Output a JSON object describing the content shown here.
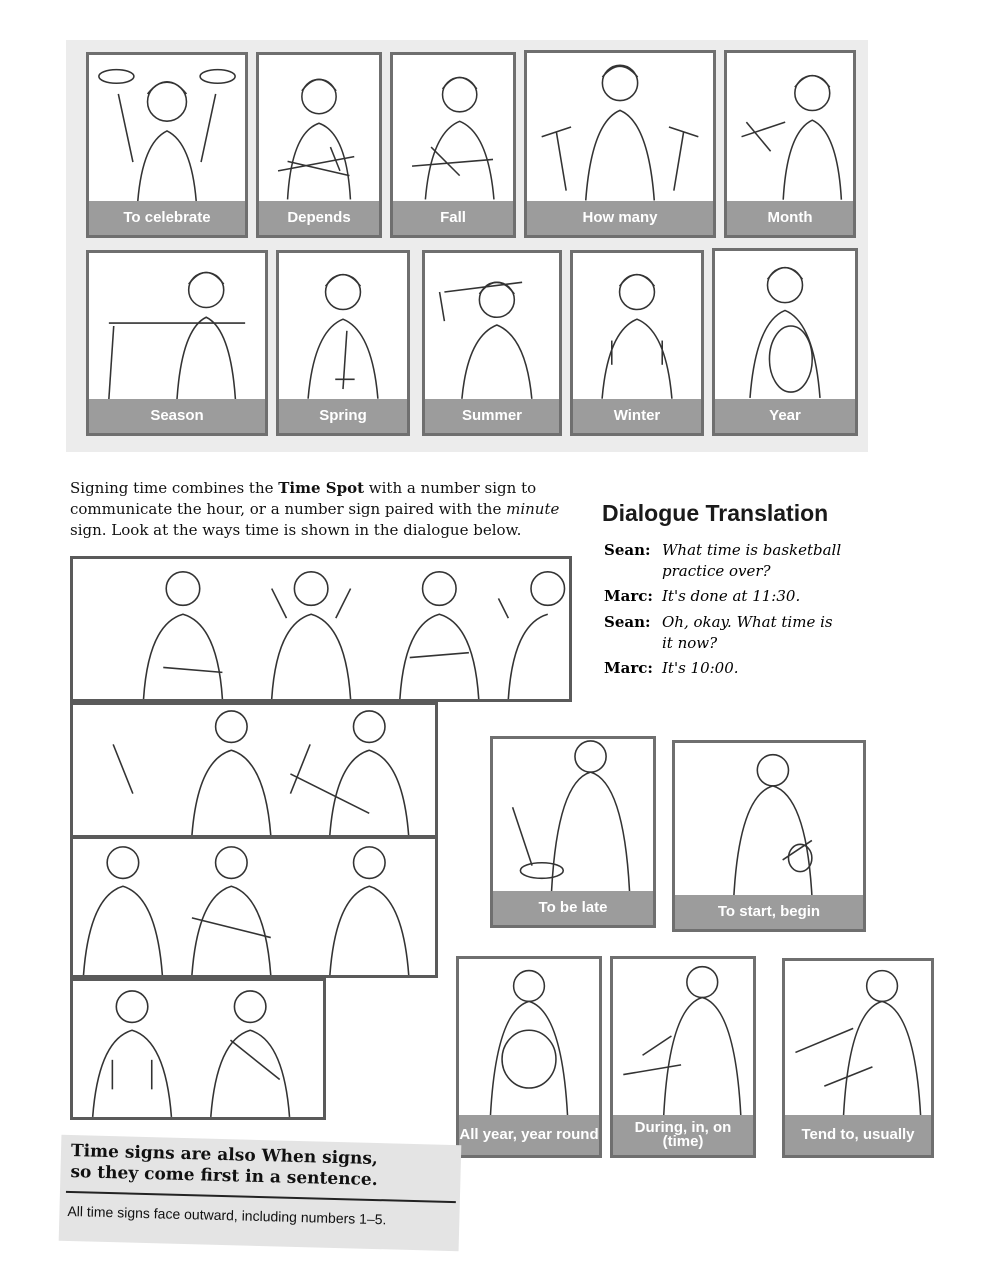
{
  "top_cards": [
    {
      "label": "To celebrate"
    },
    {
      "label": "Depends"
    },
    {
      "label": "Fall"
    },
    {
      "label": "How many"
    },
    {
      "label": "Month"
    },
    {
      "label": "Season"
    },
    {
      "label": "Spring"
    },
    {
      "label": "Summer"
    },
    {
      "label": "Winter"
    },
    {
      "label": "Year"
    }
  ],
  "intro": {
    "line1": "Signing time combines the ",
    "bold": "Time Spot",
    "line2": " with a number sign to communicate the hour, or a number sign paired with the ",
    "italic": "minute",
    "line3": " sign. Look at the ways time is shown in the dialogue below."
  },
  "dialogue": {
    "title": "Dialogue Translation",
    "lines": [
      {
        "speaker": "Sean:",
        "text": "What time is basketball practice over?"
      },
      {
        "speaker": "Marc:",
        "text": "It's done at 11:30."
      },
      {
        "speaker": "Sean:",
        "text": "Oh, okay. What time is it now?"
      },
      {
        "speaker": "Marc:",
        "text": "It's 10:00."
      }
    ]
  },
  "mid_cards": [
    {
      "label": "To be late"
    },
    {
      "label": "To start, begin"
    }
  ],
  "bottom_cards": [
    {
      "label": "All year, year round"
    },
    {
      "label": "During, in, on (time)"
    },
    {
      "label": "Tend to, usually"
    }
  ],
  "note": {
    "headline": "Time signs are also When signs, so they come first in a sentence.",
    "sub": "All time signs face outward, including numbers 1–5."
  },
  "colors": {
    "caption_bg": "#9c9c9c",
    "frame": "#6f6f6f",
    "band": "#ececec"
  }
}
